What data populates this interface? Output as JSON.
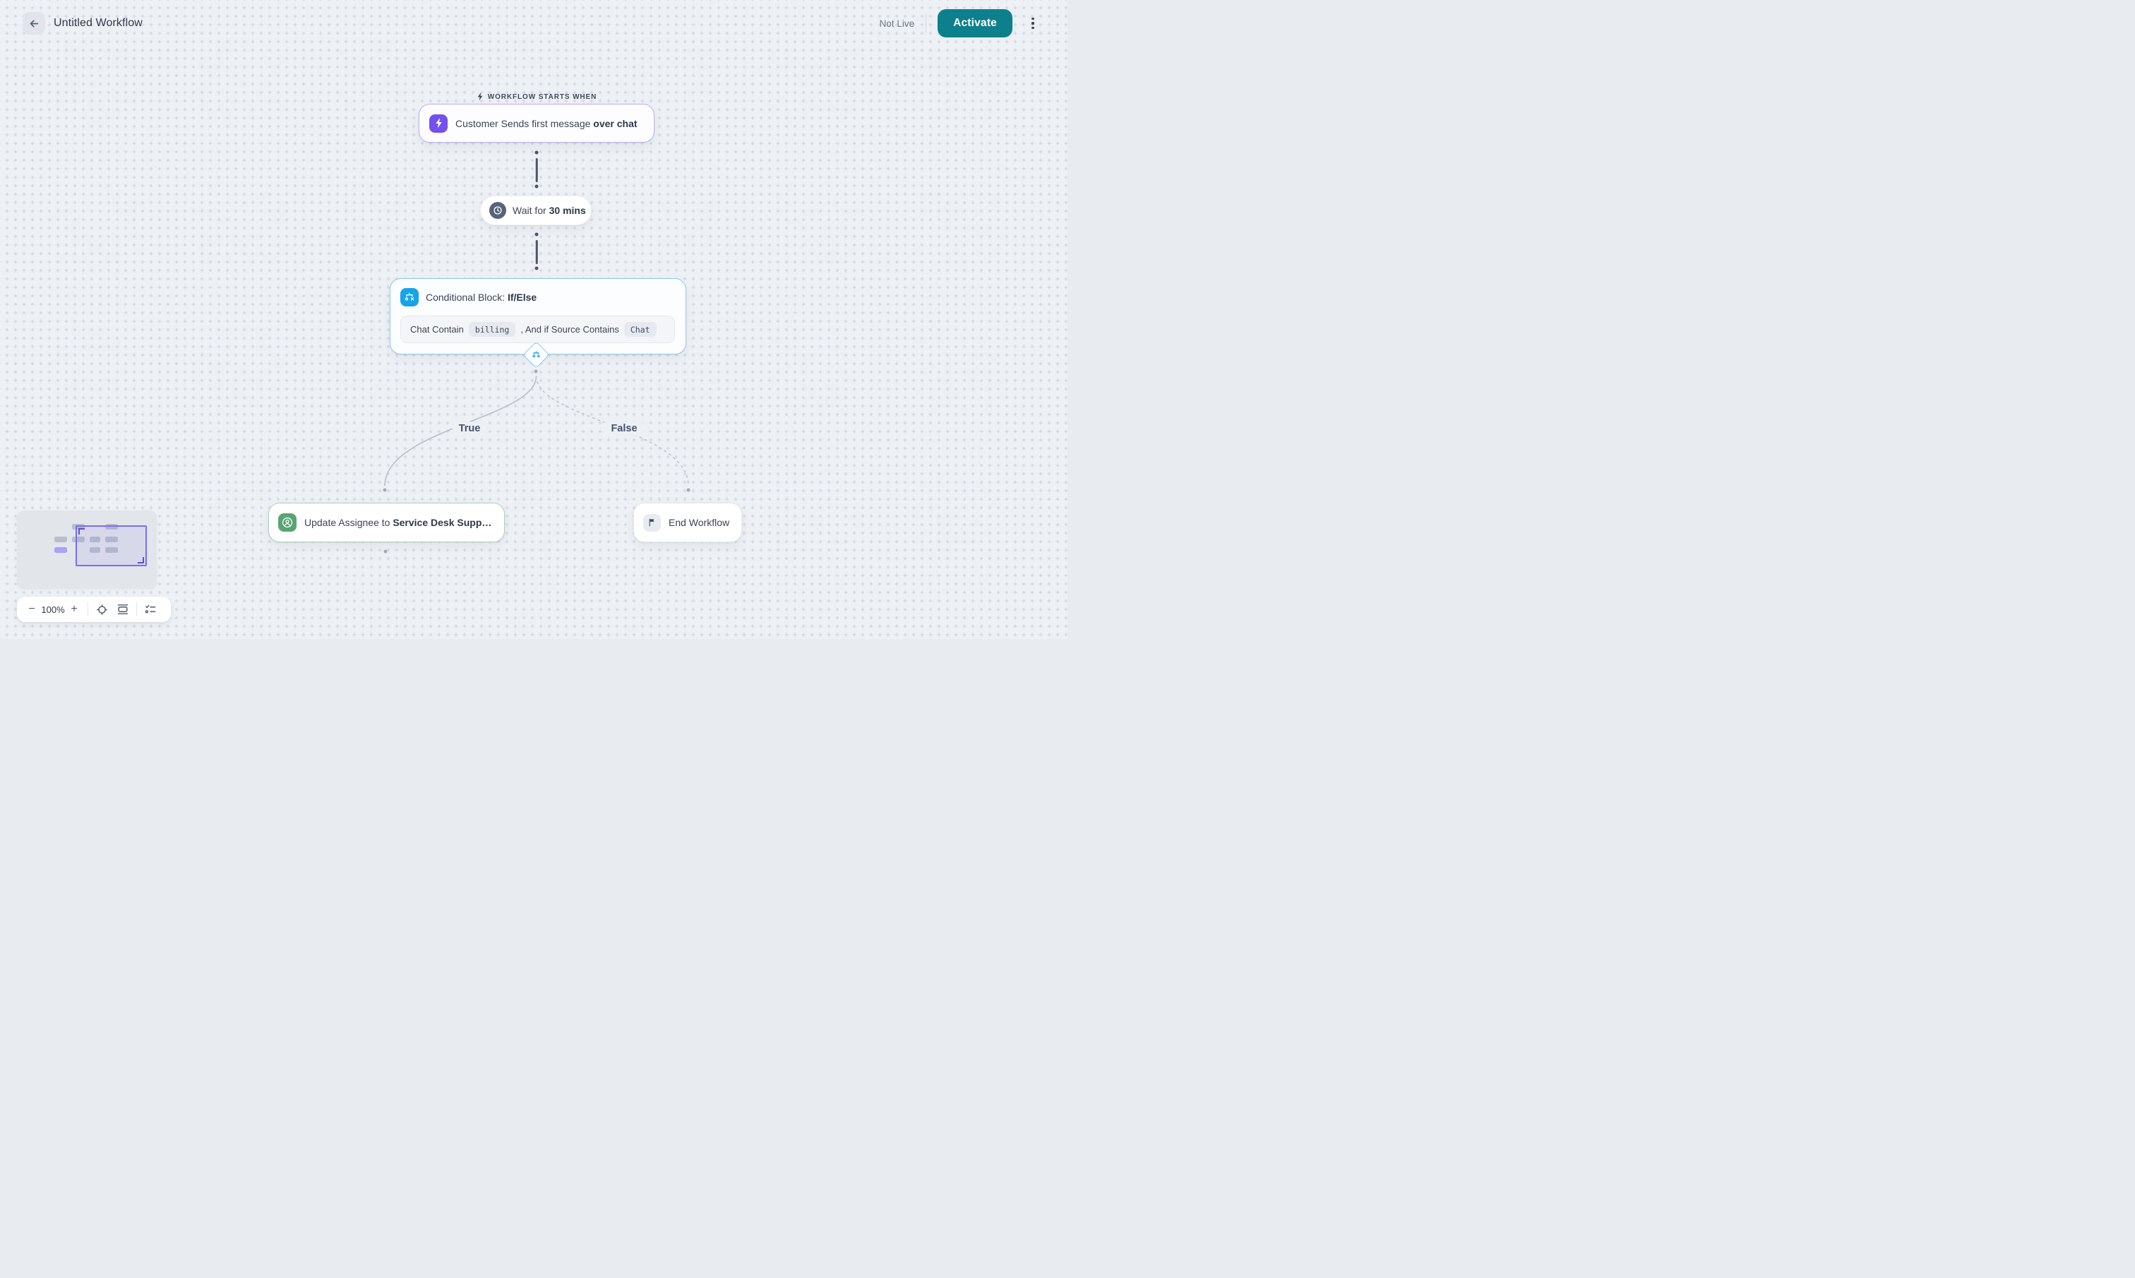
{
  "header": {
    "title": "Untitled Workflow",
    "status": "Not Live",
    "activate_label": "Activate"
  },
  "canvas": {
    "start_label": "WORKFLOW STARTS WHEN",
    "nodes": {
      "trigger": {
        "text": "Customer Sends first message ",
        "bold": "over chat"
      },
      "wait": {
        "text": "Wait for ",
        "bold": "30 mins"
      },
      "conditional": {
        "title": "Conditional Block: ",
        "title_bold": "If/Else",
        "condition_prefix": "Chat Contain",
        "chip1": "billing",
        "condition_middle": ", And if Source Contains",
        "chip2": "Chat"
      },
      "update_assignee": {
        "text": "Update Assignee to ",
        "bold": "Service Desk Supp…"
      },
      "end": {
        "text": "End Workflow"
      }
    },
    "branches": {
      "true_label": "True",
      "false_label": "False"
    }
  },
  "controls": {
    "zoom_out": "−",
    "zoom_level": "100%",
    "zoom_in": "+"
  },
  "colors": {
    "canvas_bg": "#edf0f4",
    "accent_purple": "#7450ec",
    "accent_blue": "#17a3ea",
    "accent_green": "#58a473",
    "activate_teal": "#0e7f8d",
    "trigger_border": "#c0b0f2",
    "conditional_border": "#89cdf0",
    "update_border": "#abd2b8"
  }
}
